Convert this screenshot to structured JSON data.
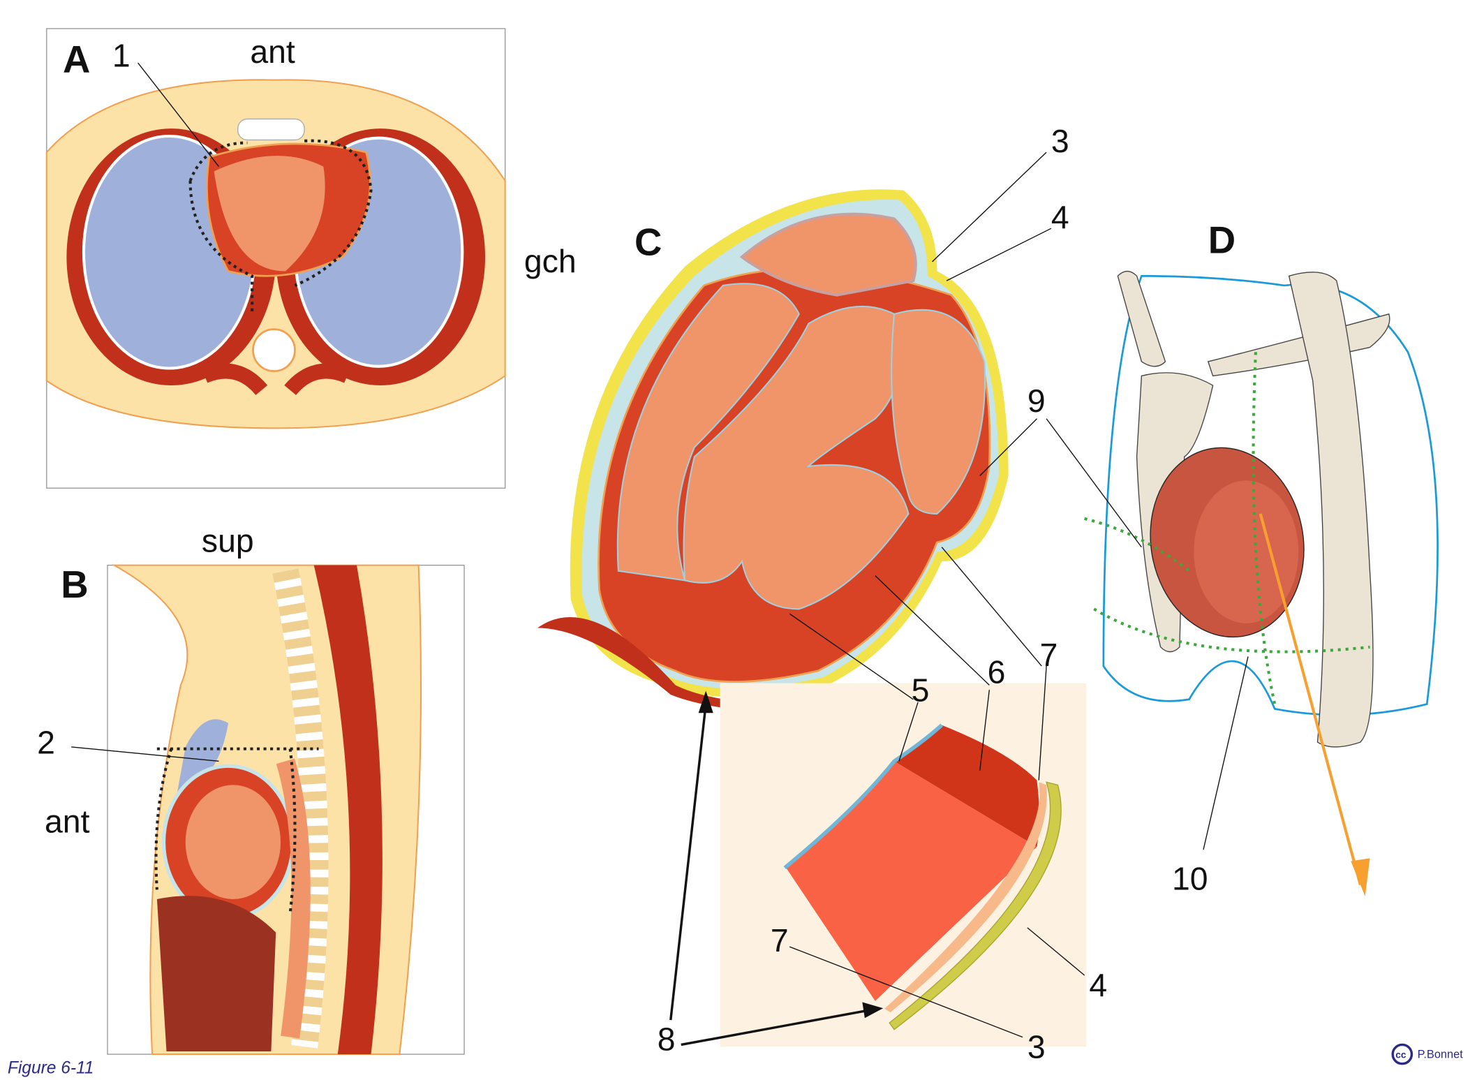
{
  "panels": {
    "A": {
      "letter": "A",
      "labels": {
        "n1": "1",
        "ant": "ant",
        "gch": "gch"
      }
    },
    "B": {
      "letter": "B",
      "labels": {
        "sup": "sup",
        "n2": "2",
        "ant": "ant"
      }
    },
    "C": {
      "letter": "C",
      "labels": {
        "n3": "3",
        "n4": "4",
        "n9": "9",
        "n7": "7",
        "n6": "6",
        "n5": "5",
        "n8": "8",
        "n7b": "7",
        "n3b": "3",
        "n4b": "4",
        "n5b": "5",
        "n6b": "6",
        "n7c": "7"
      }
    },
    "D": {
      "letter": "D",
      "labels": {
        "n10": "10"
      }
    }
  },
  "caption": "Figure 6-11",
  "credit": {
    "badge": "cc",
    "author": "P.Bonnet"
  },
  "colors": {
    "lung": "#9fb1db",
    "heart": "#f0946a",
    "myocardium": "#d84325",
    "fat": "#fde2a8",
    "pericardium": "#c7e5e8",
    "yellow": "#f2e34a"
  }
}
